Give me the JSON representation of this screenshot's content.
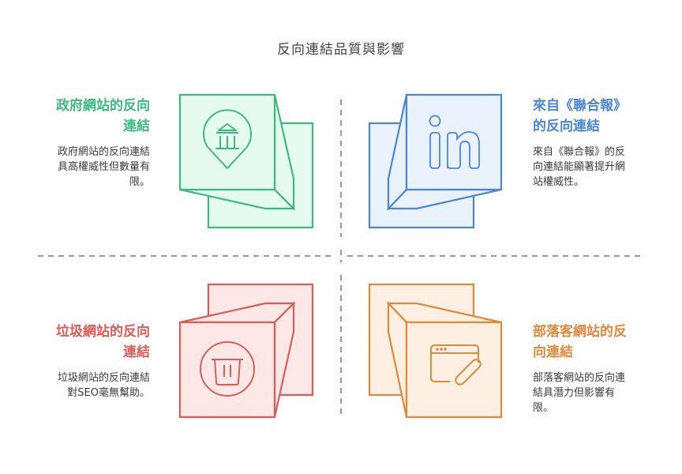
{
  "title": "反向連結品質與影響",
  "quadrants": [
    {
      "id": "government",
      "heading_line1": "政府網站的反向",
      "heading_line2": "連結",
      "desc_line1": "政府網站的反向連結",
      "desc_line2": "具高權威性但數量有",
      "desc_line3": "限。",
      "icon": "government-building-pin-icon",
      "color": "#3dbb7f",
      "fill": "#e6fbef"
    },
    {
      "id": "udn",
      "heading_line1": "來自《聯合報》",
      "heading_line2": "的反向連結",
      "desc_line1": "來自《聯合報》的反",
      "desc_line2": "向連結能顯著提升網",
      "desc_line3": "站權威性。",
      "icon": "linkedin-icon",
      "color": "#4a86d4",
      "fill": "#eaf2fd"
    },
    {
      "id": "spam",
      "heading_line1": "垃圾網站的反向",
      "heading_line2": "連結",
      "desc_line1": "垃圾網站的反向連結",
      "desc_line2": "對SEO毫無幫助。",
      "icon": "trash-bin-icon",
      "color": "#dd5c55",
      "fill": "#fde8e7"
    },
    {
      "id": "blog",
      "heading_line1": "部落客網站的反",
      "heading_line2": "向連結",
      "desc_line1": "部落客網站的反向連",
      "desc_line2": "結具潛力但影響有",
      "desc_line3": "限。",
      "icon": "browser-link-icon",
      "color": "#e08a3c",
      "fill": "#fdefe1"
    }
  ],
  "divider_color": "#999999"
}
